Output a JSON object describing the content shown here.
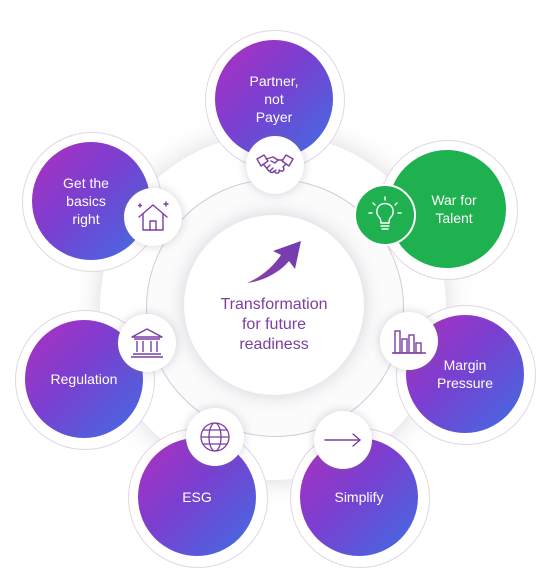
{
  "diagram": {
    "center": {
      "lines": [
        "Transformation",
        "for future",
        "readiness"
      ]
    },
    "nodes": [
      {
        "id": "partner",
        "lines": [
          "Partner,",
          "not",
          "Payer"
        ],
        "icon": "handshake-icon"
      },
      {
        "id": "talent",
        "lines": [
          "War for",
          "Talent"
        ],
        "icon": "lightbulb-icon"
      },
      {
        "id": "margin",
        "lines": [
          "Margin",
          "Pressure"
        ],
        "icon": "bar-chart-icon"
      },
      {
        "id": "simplify",
        "lines": [
          "Simplify"
        ],
        "icon": "arrow-right-icon"
      },
      {
        "id": "esg",
        "lines": [
          "ESG"
        ],
        "icon": "globe-icon"
      },
      {
        "id": "regulation",
        "lines": [
          "Regulation"
        ],
        "icon": "bank-icon"
      },
      {
        "id": "basics",
        "lines": [
          "Get the",
          "basics",
          "right"
        ],
        "icon": "house-icon"
      }
    ],
    "colors": {
      "accent_purple": "#7b3fa0",
      "gradient_start": "#b02fbf",
      "gradient_end": "#3e6fe4",
      "talent_green": "#1fb04f"
    }
  }
}
